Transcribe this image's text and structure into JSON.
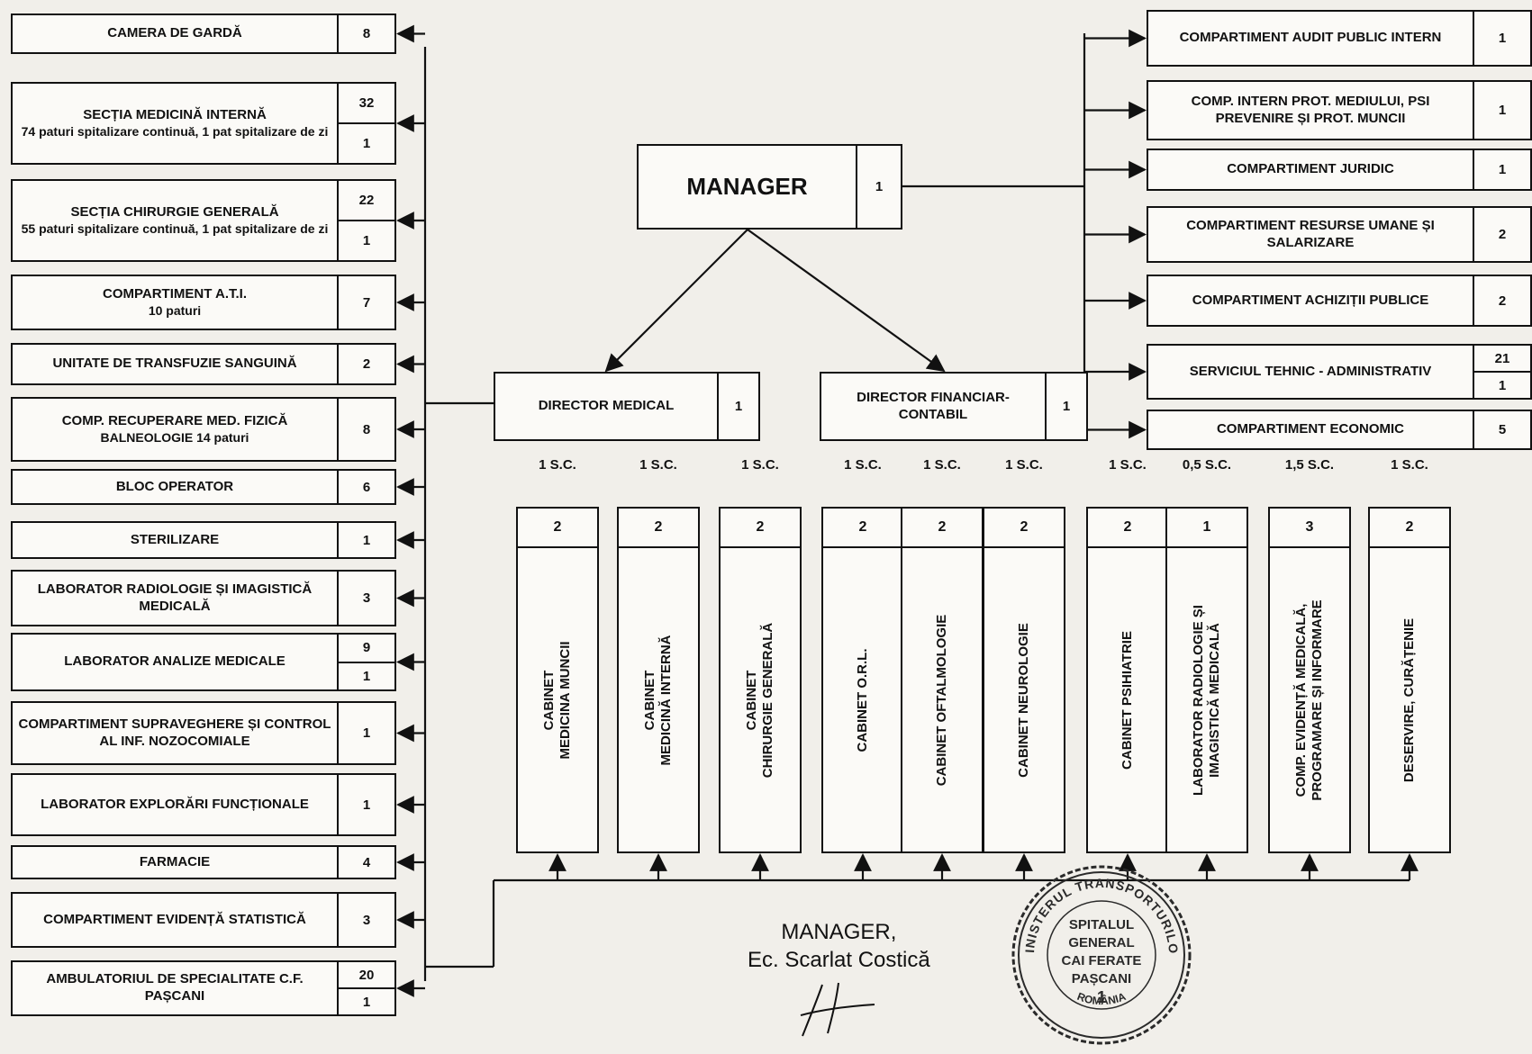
{
  "manager": {
    "label": "MANAGER",
    "count": "1"
  },
  "directors": [
    {
      "label": "DIRECTOR MEDICAL",
      "count": "1"
    },
    {
      "label": "DIRECTOR FINANCIAR-CONTABIL",
      "count": "1"
    }
  ],
  "left_units": [
    {
      "label": "CAMERA DE GARDĂ",
      "counts": [
        "8"
      ]
    },
    {
      "label": "SECȚIA MEDICINĂ INTERNĂ",
      "sub": "74 paturi spitalizare continuă, 1 pat spitalizare de zi",
      "counts": [
        "32",
        "1"
      ]
    },
    {
      "label": "SECȚIA CHIRURGIE GENERALĂ",
      "sub": "55 paturi spitalizare continuă, 1 pat spitalizare de zi",
      "counts": [
        "22",
        "1"
      ]
    },
    {
      "label": "COMPARTIMENT A.T.I.",
      "sub": "10 paturi",
      "counts": [
        "7"
      ]
    },
    {
      "label": "UNITATE DE TRANSFUZIE SANGUINĂ",
      "counts": [
        "2"
      ]
    },
    {
      "label": "COMP. RECUPERARE MED. FIZICĂ",
      "sub": "BALNEOLOGIE 14 paturi",
      "counts": [
        "8"
      ]
    },
    {
      "label": "BLOC OPERATOR",
      "counts": [
        "6"
      ]
    },
    {
      "label": "STERILIZARE",
      "counts": [
        "1"
      ]
    },
    {
      "label": "LABORATOR RADIOLOGIE ȘI IMAGISTICĂ MEDICALĂ",
      "counts": [
        "3"
      ]
    },
    {
      "label": "LABORATOR ANALIZE MEDICALE",
      "counts": [
        "9",
        "1"
      ]
    },
    {
      "label": "COMPARTIMENT SUPRAVEGHERE ȘI CONTROL AL INF. NOZOCOMIALE",
      "counts": [
        "1"
      ]
    },
    {
      "label": "LABORATOR EXPLORĂRI FUNCȚIONALE",
      "counts": [
        "1"
      ]
    },
    {
      "label": "FARMACIE",
      "counts": [
        "4"
      ]
    },
    {
      "label": "COMPARTIMENT EVIDENȚĂ STATISTICĂ",
      "counts": [
        "3"
      ]
    },
    {
      "label": "AMBULATORIUL DE SPECIALITATE C.F. PAȘCANI",
      "counts": [
        "20",
        "1"
      ]
    }
  ],
  "right_units": [
    {
      "label": "COMPARTIMENT AUDIT PUBLIC INTERN",
      "counts": [
        "1"
      ]
    },
    {
      "label": "COMP. INTERN PROT. MEDIULUI, PSI PREVENIRE ȘI PROT. MUNCII",
      "counts": [
        "1"
      ]
    },
    {
      "label": "COMPARTIMENT JURIDIC",
      "counts": [
        "1"
      ]
    },
    {
      "label": "COMPARTIMENT RESURSE UMANE ȘI SALARIZARE",
      "counts": [
        "2"
      ]
    },
    {
      "label": "COMPARTIMENT ACHIZIȚII PUBLICE",
      "counts": [
        "2"
      ]
    },
    {
      "label": "SERVICIUL TEHNIC - ADMINISTRATIV",
      "counts": [
        "21",
        "1"
      ]
    },
    {
      "label": "COMPARTIMENT ECONOMIC",
      "counts": [
        "5"
      ]
    }
  ],
  "cabinets": [
    {
      "sc": "1 S.C.",
      "count": "2",
      "lines": [
        "CABINET",
        "MEDICINA MUNCII"
      ]
    },
    {
      "sc": "1 S.C.",
      "count": "2",
      "lines": [
        "CABINET",
        "MEDICINĂ INTERNĂ"
      ]
    },
    {
      "sc": "1 S.C.",
      "count": "2",
      "lines": [
        "CABINET",
        "CHIRURGIE GENERALĂ"
      ]
    },
    {
      "sc": "1 S.C.",
      "count": "2",
      "lines": [
        "CABINET O.R.L."
      ]
    },
    {
      "sc": "1 S.C.",
      "count": "2",
      "lines": [
        "CABINET OFTALMOLOGIE"
      ]
    },
    {
      "sc": "1 S.C.",
      "count": "2",
      "lines": [
        "CABINET NEUROLOGIE"
      ]
    },
    {
      "sc": "1 S.C.",
      "count": "2",
      "lines": [
        "CABINET PSIHIATRIE"
      ]
    },
    {
      "sc": "0,5 S.C.",
      "count": "1",
      "lines": [
        "LABORATOR RADIOLOGIE ȘI",
        "IMAGISTICĂ MEDICALĂ"
      ]
    },
    {
      "sc": "1,5 S.C.",
      "count": "3",
      "lines": [
        "COMP. EVIDENȚĂ MEDICALĂ,",
        "PROGRAMARE ȘI INFORMARE"
      ]
    },
    {
      "sc": "1 S.C.",
      "count": "2",
      "lines": [
        "DESERVIRE, CURĂȚENIE"
      ]
    }
  ],
  "signature": {
    "title": "MANAGER,",
    "name": "Ec. Scarlat Costică"
  },
  "stamp": {
    "ring": "MINISTERUL TRANSPORTURILOR",
    "center": [
      "SPITALUL",
      "GENERAL",
      "CAI FERATE",
      "PAȘCANI",
      "1"
    ],
    "bottom": "ROMÂNIA"
  },
  "colors": {
    "ink": "#111111",
    "paper": "#f1efea",
    "stamp": "#2a2a2a"
  }
}
